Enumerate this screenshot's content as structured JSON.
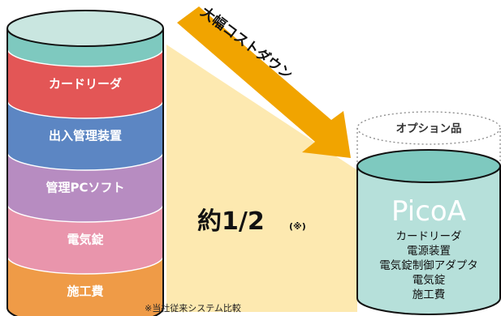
{
  "left_stack": {
    "segments": [
      {
        "label": "カードリーダ",
        "color": "#e35656"
      },
      {
        "label": "出入管理装置",
        "color": "#5c86c3"
      },
      {
        "label": "管理PCソフト",
        "color": "#b78cc1"
      },
      {
        "label": "電気錠",
        "color": "#e995ac"
      },
      {
        "label": "施工費",
        "color": "#ef9b47"
      }
    ],
    "cap_color": "#c9e6e0",
    "top_band_color": "#7ec9bf"
  },
  "arrow": {
    "label": "大幅コストダウン",
    "color": "#f1a400"
  },
  "ratio": {
    "main": "約1/2",
    "mark": "(※)"
  },
  "footnote": "※当社従来システム比較",
  "option": {
    "label": "オプション品"
  },
  "product": {
    "name": "PicoA",
    "items": [
      "カードリーダ",
      "電源装置",
      "電気錠制御アダプタ",
      "電気錠",
      "施工費"
    ],
    "color": "#b6e0da",
    "top_color": "#7ec9bf"
  },
  "colors": {
    "wedge": "#fde9b0",
    "outline": "#111111"
  }
}
